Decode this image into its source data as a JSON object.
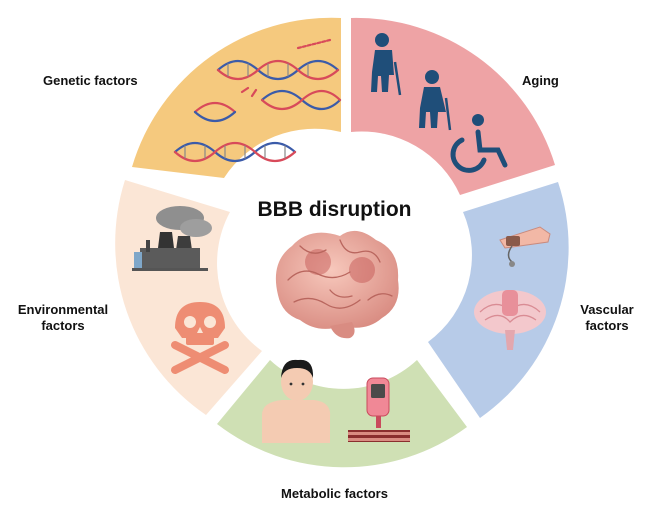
{
  "center": {
    "title": "BBB disruption",
    "icon": "brain-icon"
  },
  "segments": [
    {
      "id": "genetic",
      "label": "Genetic factors",
      "color": "#F5C97E",
      "icon": "dna-icon"
    },
    {
      "id": "aging",
      "label": "Aging",
      "color": "#EEA3A5",
      "icon": "elderly-person-icon"
    },
    {
      "id": "vascular",
      "label_lines": [
        "Vascular",
        "factors"
      ],
      "color": "#B7CBE8",
      "icon": "blood-vessel-icon"
    },
    {
      "id": "metabolic",
      "label": "Metabolic factors",
      "color": "#CFE0B4",
      "icon": "obesity-icon"
    },
    {
      "id": "environmental",
      "label_lines": [
        "Environmental",
        "factors"
      ],
      "color": "#FBE6D6",
      "icon": "factory-icon"
    }
  ]
}
